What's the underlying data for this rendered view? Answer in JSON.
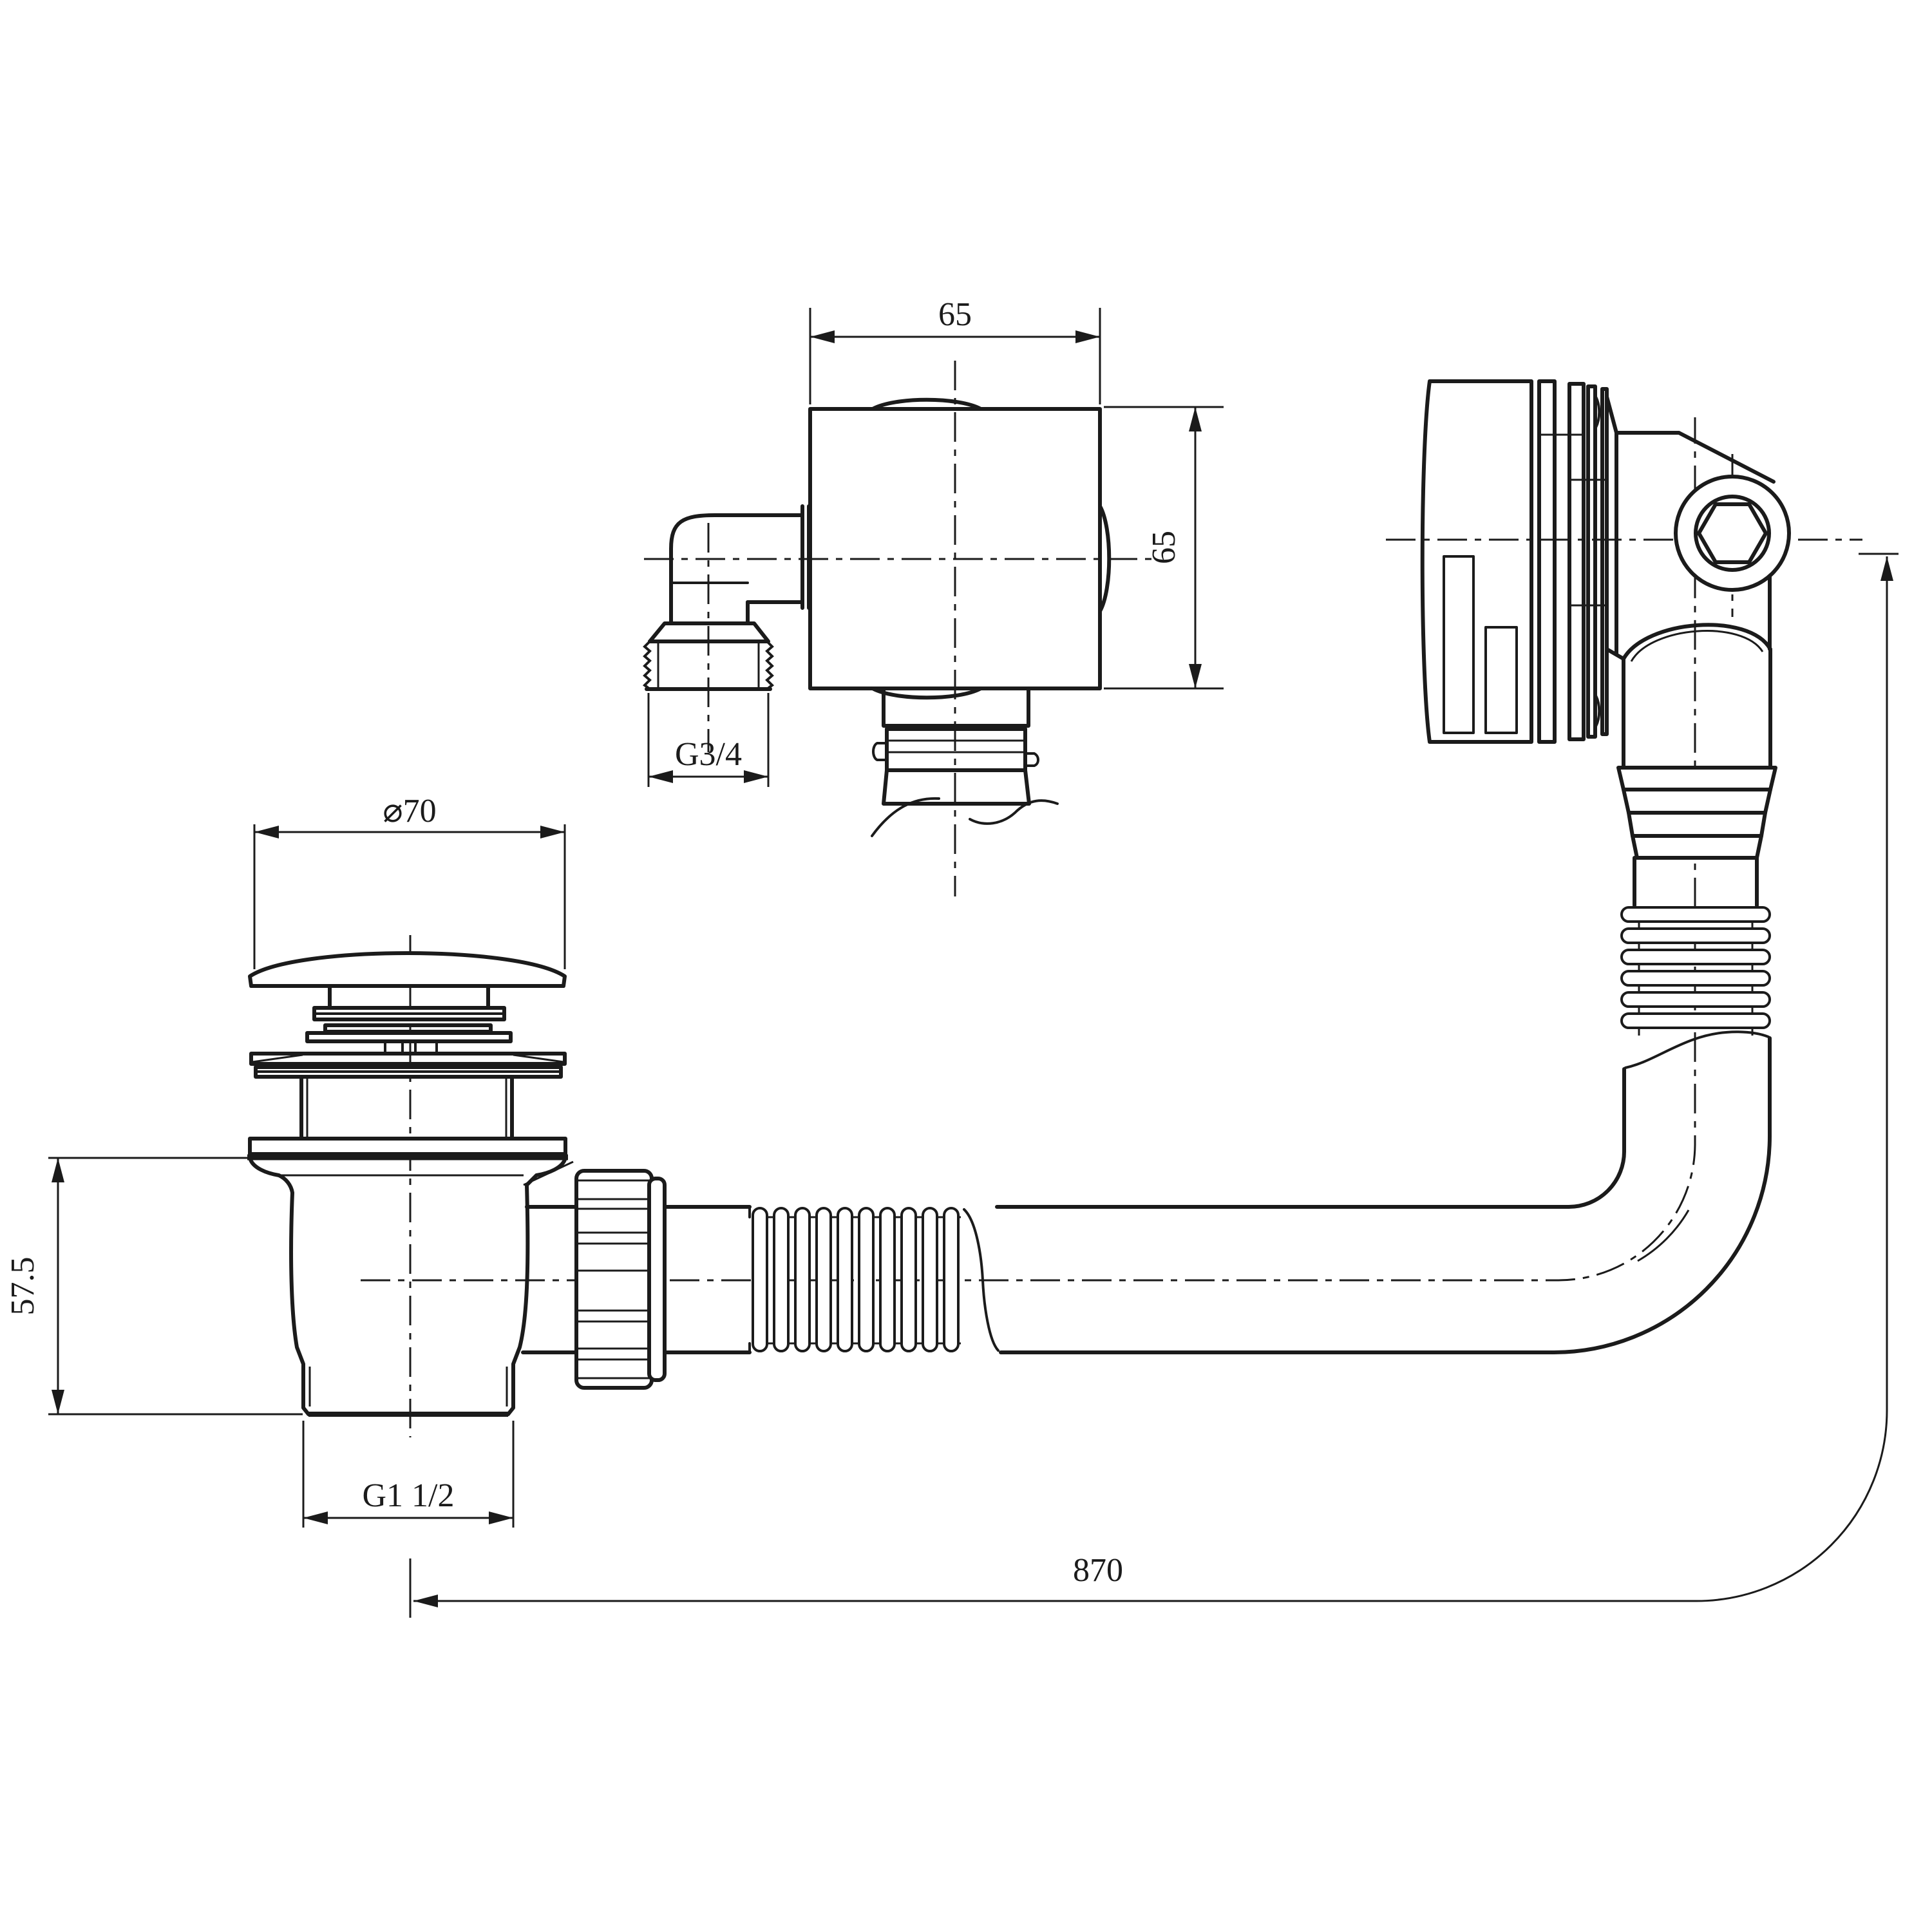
{
  "drawing": {
    "type": "technical-drawing",
    "subject": "bath pop-up waste and overflow assembly",
    "background_color": "#ffffff",
    "line_color": "#1b1b1b",
    "dimensions": {
      "outlet_box_width": {
        "value": "65"
      },
      "outlet_box_height": {
        "value": "65"
      },
      "elbow_thread": {
        "value": "G3/4"
      },
      "plug_cap_diameter": {
        "value": "⌀70"
      },
      "waste_body_height": {
        "value": "57.5"
      },
      "waste_thread": {
        "value": "G1 1/2"
      },
      "hose_length": {
        "value": "870"
      }
    }
  }
}
